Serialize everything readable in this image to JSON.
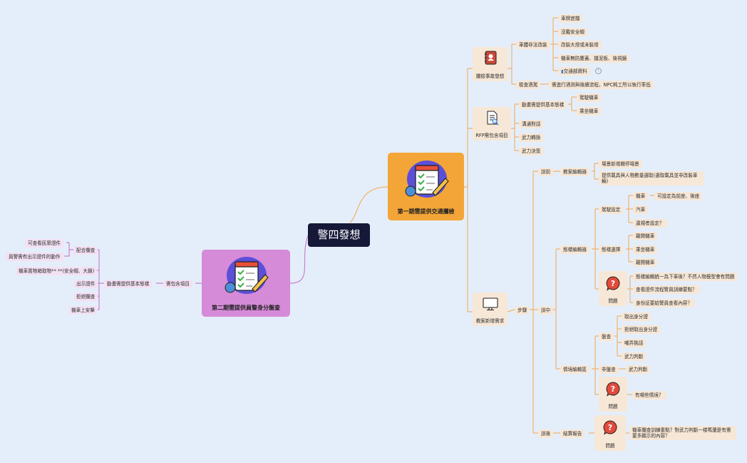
{
  "root": "警四發想",
  "phase1": {
    "title": "第一期需提供交通攔檢",
    "accident": {
      "label": "攔檢事故發想",
      "cond_label": "車體非法改裝",
      "items": [
        "車牌遮擋",
        "沒戴安全帽",
        "改裝大燈或未裝燈",
        "機車無防塵蓋、擋泥板、後視鏡",
        "交通部資料"
      ],
      "info_icon": "info-icon",
      "check_label": "檢查酒駕",
      "check_note": "需進行酒測與後續流程，NPC耗工所以執行率低"
    },
    "rfp": {
      "label": "RFP需包含項目",
      "dyn_label": "動畫需提供基本態樣",
      "dyn_items": [
        "駕駛機車",
        "乘坐機車"
      ],
      "items": [
        "溝通對話",
        "武力轉換",
        "武力決策"
      ]
    },
    "teaching": {
      "label": "教案新增需求",
      "steps_label": "步驟",
      "pre": {
        "label": "訓前",
        "editor": "教案編輯器",
        "items": [
          "場景新增欄停場景",
          "提供載具與人物數量選取(選取載具並非改裝車輛)"
        ]
      },
      "mid": {
        "label": "訓中",
        "state_editor": "態樣編輯器",
        "driving": {
          "label": "駕駛設定",
          "moto": "機車",
          "moto_note": "可設定為前座、後座",
          "car": "汽車",
          "walker": "違規者設定？"
        },
        "state_select": {
          "label": "態樣選擇",
          "items": [
            "離開機車",
            "乘坐機車",
            "離開機車"
          ]
        },
        "q1": {
          "label": "問題",
          "items": [
            "態樣編輯統一為下車後？不然人物模型會有問題",
            "查看證件流程警員訓練要點？",
            "身份証要給警員查看內容？"
          ]
        },
        "scenario_editor": "情境編輯區",
        "inspect": {
          "label": "盤查",
          "items": [
            "取出身分證",
            "拒絕取出身分證",
            "嘲弄挑話",
            "武力判斷"
          ]
        },
        "noinspect": {
          "label": "非盤查",
          "item": "武力判斷"
        },
        "q2": {
          "label": "問題",
          "item": "有哪些情境？"
        }
      },
      "post": {
        "label": "訓後",
        "report": "結算報告",
        "q_label": "問題",
        "q_text": "機車攔查訓練重點？對武力判斷一樣嗎還是有需要多顯示的內容？"
      }
    }
  },
  "phase2": {
    "title": "第二期需提供員警身分盤查",
    "need": "需包含項目",
    "dyn": "動畫需提供基本態樣",
    "coop": "配合攔查",
    "coop_items": [
      "可查看民眾證件",
      "員警需有出示證件的動作"
    ],
    "items": [
      "機車置物箱取物** **(安全帽、大鎖)",
      "出示證件",
      "拒絕攔查",
      "機車上安擊"
    ]
  }
}
